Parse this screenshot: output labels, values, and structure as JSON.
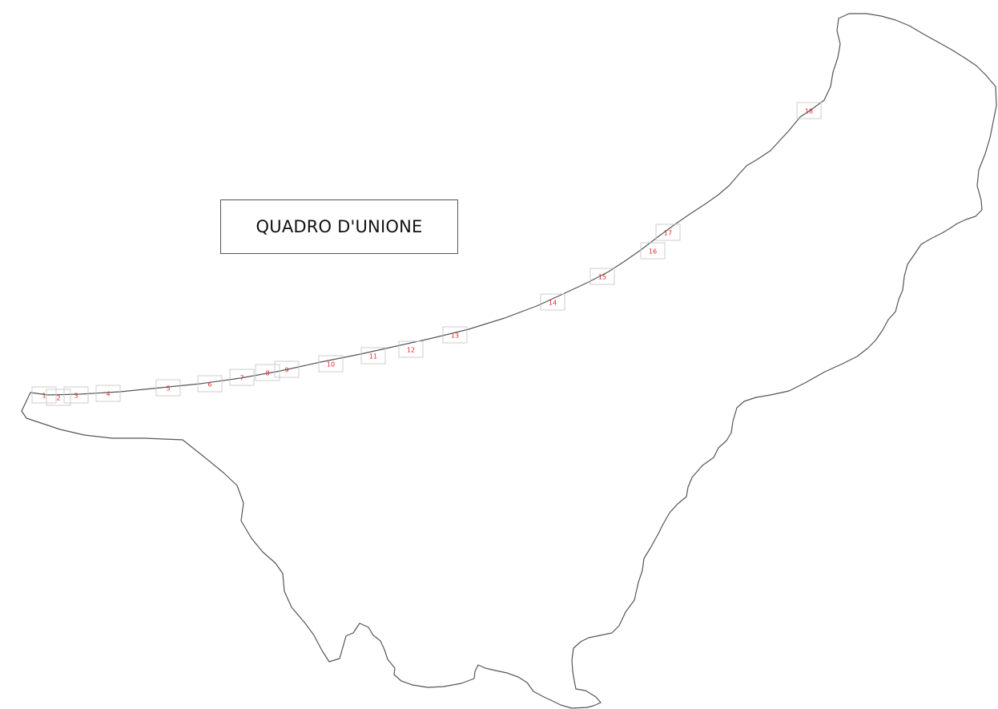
{
  "title": "QUADRO D'UNIONE",
  "colors": {
    "boundary": "#555555",
    "coastline": "#555555",
    "sheet_frame": "#c7c7c7",
    "sheet_label": "#e8262b",
    "title_border": "#555555"
  },
  "sheets": [
    {
      "label": "1"
    },
    {
      "label": "2"
    },
    {
      "label": "3"
    },
    {
      "label": "4"
    },
    {
      "label": "5"
    },
    {
      "label": "6"
    },
    {
      "label": "7"
    },
    {
      "label": "8"
    },
    {
      "label": "9"
    },
    {
      "label": "10"
    },
    {
      "label": "11"
    },
    {
      "label": "12"
    },
    {
      "label": "13"
    },
    {
      "label": "14"
    },
    {
      "label": "15"
    },
    {
      "label": "16"
    },
    {
      "label": "17"
    },
    {
      "label": "18"
    }
  ]
}
